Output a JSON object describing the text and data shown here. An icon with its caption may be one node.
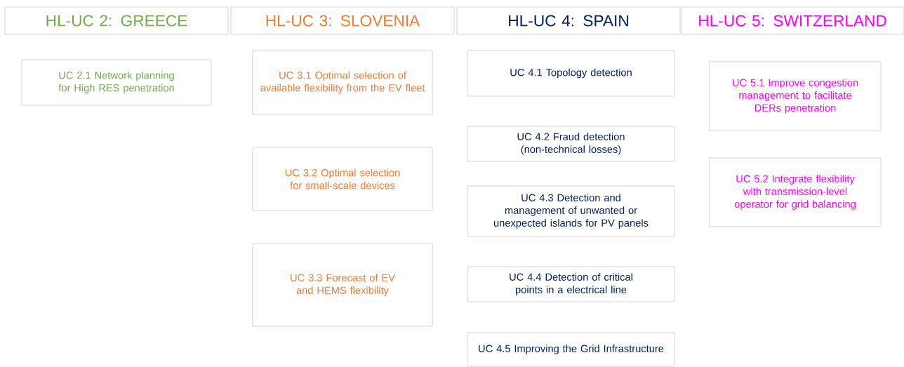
{
  "diagram": {
    "nodes": [
      {
        "text": [
          "HL-UC 2: GREECE"
        ]
      },
      {
        "text": [
          "HL-UC 3: SLOVENIA"
        ]
      },
      {
        "text": [
          "HL-UC 4: SPAIN"
        ]
      },
      {
        "text": [
          "HL-UC 5: SWITZERLAND"
        ]
      },
      {
        "text": [
          "UC 2.1 Network planning for High RES penetration"
        ]
      },
      {
        "text": [
          "UC 3.1 Optimal selection of available flexibility from the EV fleet"
        ]
      },
      {
        "text": [
          "UC 3.2 Optimal selection for small-scale devices"
        ]
      },
      {
        "text": [
          "UC 3.3 Forecast of EV and HEMS flexibility"
        ]
      },
      {
        "text": [
          "UC 4.1 Topology detection"
        ]
      },
      {
        "text": [
          "UC 4.2 Fraud detection (non-technical losses)"
        ]
      },
      {
        "text": [
          "UC 4.3 Detection and management of unwanted or unexpected islands for PV panels"
        ]
      },
      {
        "text": [
          "UC 4.4 Detection of critical points in a electrical line"
        ]
      },
      {
        "text": [
          "UC 4.5 Improving the Grid Infrastructure"
        ]
      },
      {
        "text": [
          "UC 5.1 Improve congestion management to facilitate DERs penetration"
        ]
      },
      {
        "text": [
          "UC 5.2 Integrate flexibility with transmission-level operator for grid balancing"
        ]
      }
    ]
  }
}
